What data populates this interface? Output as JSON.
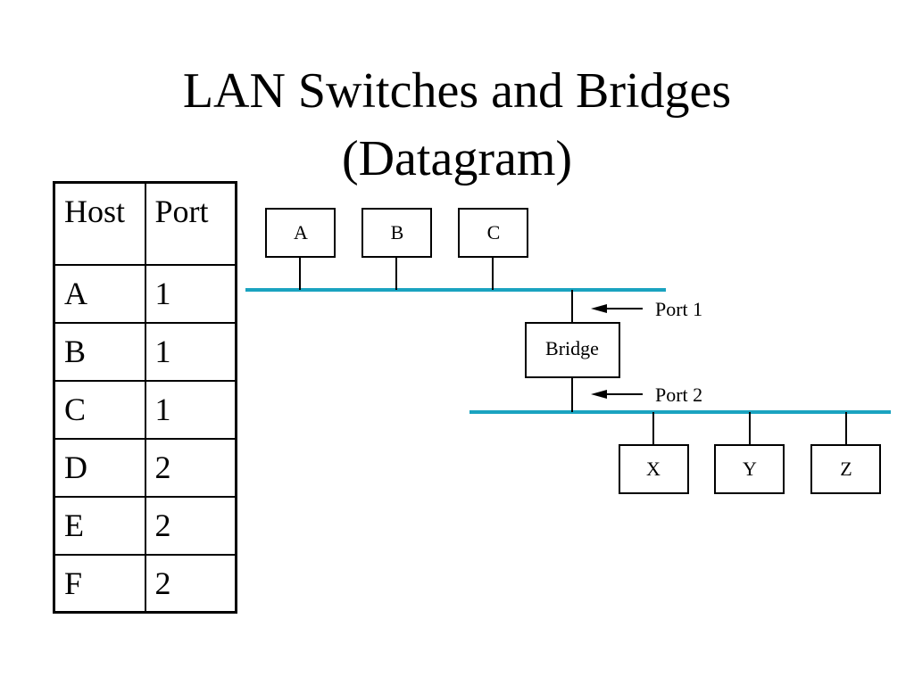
{
  "title": {
    "line1": "LAN Switches and Bridges",
    "line2": "(Datagram)"
  },
  "table": {
    "headers": [
      "Host",
      "Port"
    ],
    "rows": [
      [
        "A",
        "1"
      ],
      [
        "B",
        "1"
      ],
      [
        "C",
        "1"
      ],
      [
        "D",
        "2"
      ],
      [
        "E",
        "2"
      ],
      [
        "F",
        "2"
      ]
    ]
  },
  "diagram": {
    "top_hosts": [
      "A",
      "B",
      "C"
    ],
    "bridge_label": "Bridge",
    "port1_label": "Port 1",
    "port2_label": "Port 2",
    "bottom_hosts": [
      "X",
      "Y",
      "Z"
    ],
    "lan_color": "#1aa3c0"
  }
}
